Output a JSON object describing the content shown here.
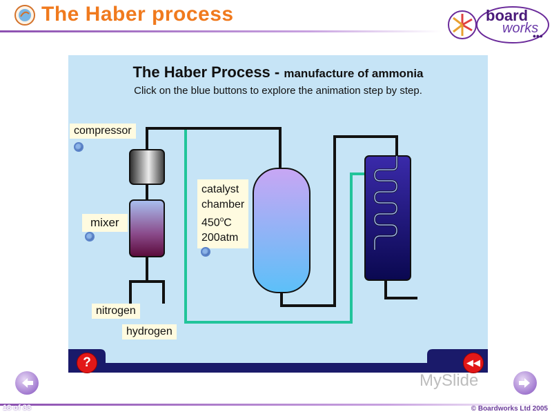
{
  "slide": {
    "title": "The Haber process",
    "slide_number": "18 of 33",
    "copyright": "© Boardworks Ltd 2005",
    "logo_text_top": "board",
    "logo_text_bottom": "works",
    "watermark": "MySlide"
  },
  "animation": {
    "heading_main": "The Haber Process - ",
    "heading_sub": "manufacture of ammonia",
    "instructions": "Click on the blue buttons to explore the animation step by step.",
    "labels": {
      "compressor": "compressor",
      "mixer": "mixer",
      "catalyst_line1": "catalyst",
      "catalyst_line2": "chamber",
      "catalyst_line3": "450",
      "catalyst_line3_sup": "o",
      "catalyst_line3_unit": "C",
      "catalyst_line4": "200atm",
      "nitrogen": "nitrogen",
      "hydrogen": "hydrogen"
    },
    "help_label": "?",
    "colors": {
      "panel": "#c6e4f6",
      "pipe": "#111111",
      "recycle_pipe": "#21c49a",
      "catalyst_chamber": "#a7b6f4",
      "condenser": "#2a1a8a",
      "button": "#e21818",
      "step_dot": "#8cb4e8"
    }
  }
}
